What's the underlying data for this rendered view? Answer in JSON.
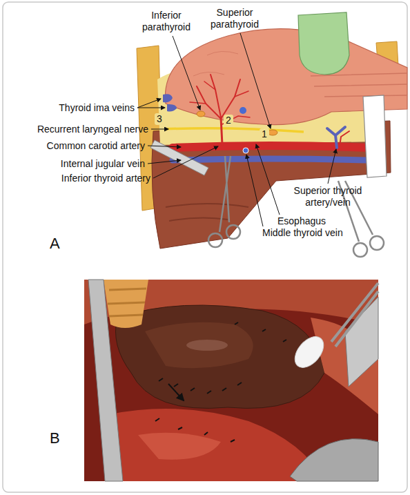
{
  "diagram": {
    "labels": [
      "Inferior parathyroid",
      "Superior parathyroid",
      "Thyroid ima veins",
      "3",
      "2",
      "Recurrent laryngeal nerve",
      "Common carotid artery",
      "1",
      "Internal jugular vein",
      "Inferior thyroid artery",
      "Superior thyroid artery/vein",
      "Esophagus",
      "Middle thyroid vein",
      "A",
      "B"
    ]
  }
}
